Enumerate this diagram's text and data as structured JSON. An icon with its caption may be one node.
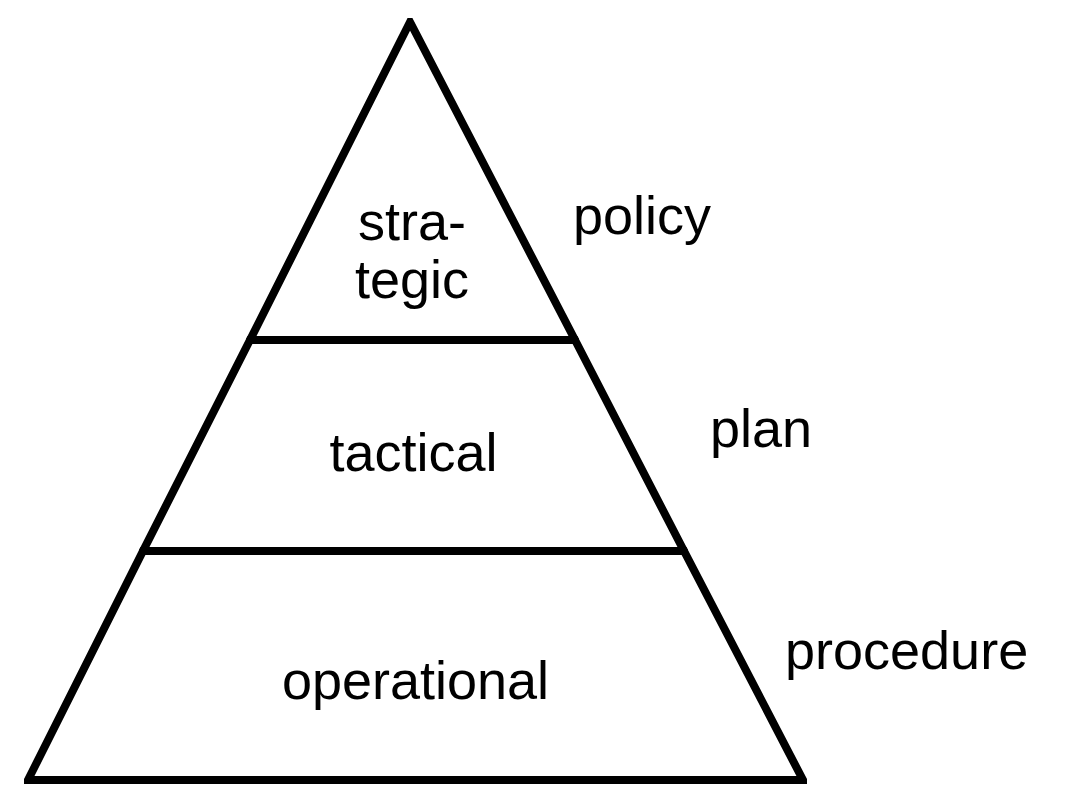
{
  "diagram": {
    "nodes": [
      {
        "text": [
          "stra- tegic"
        ],
        "beside": [
          "policy"
        ]
      },
      {
        "text": [
          "tactical"
        ],
        "beside": [
          "plan"
        ]
      },
      {
        "text": [
          "operational"
        ],
        "beside": [
          "procedure"
        ]
      }
    ]
  }
}
